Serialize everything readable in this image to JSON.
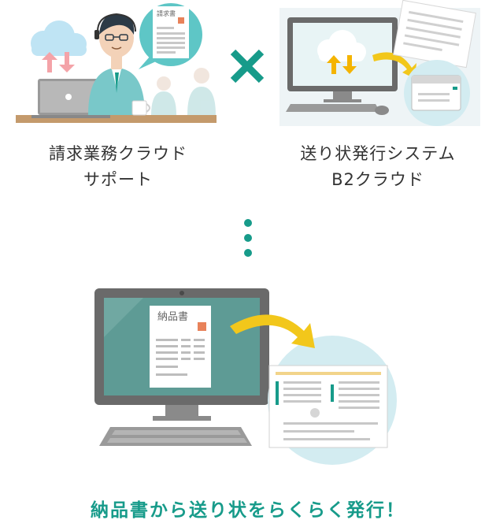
{
  "left_service": {
    "line1": "請求業務クラウド",
    "line2": "サポート",
    "invoice_doc_label": "請求書"
  },
  "right_service": {
    "line1": "送り状発行システム",
    "line2": "B2クラウド"
  },
  "bottom": {
    "delivery_note_label": "納品書"
  },
  "headline": "納品書から送り状をらくらく発行！",
  "icons": {
    "combine": "cross-icon",
    "continue": "vertical-dots-icon",
    "transfer": "curved-arrow-icon"
  },
  "colors": {
    "accent": "#179b8a",
    "cloud": "#63bde8",
    "upload_arrow": "#f4a3a8",
    "download_arrow": "#f4b400",
    "transfer_arrow": "#f2c71b",
    "stamp": "#e8825a",
    "circle_bg": "#d3ecf1",
    "monitor": "#6a6a6a",
    "screen": "#e8f4f5"
  }
}
